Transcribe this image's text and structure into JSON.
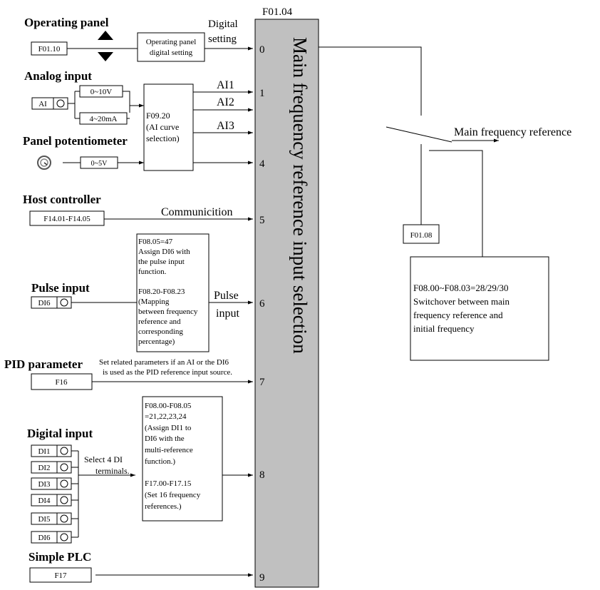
{
  "selector": {
    "code": "F01.04",
    "title": "Main frequency reference input selection",
    "colors": {
      "fill": "#c0c0c0",
      "stroke": "#000000"
    },
    "port_numbers": [
      "0",
      "1",
      "4",
      "5",
      "6",
      "7",
      "8",
      "9"
    ]
  },
  "sources": {
    "operating_panel": {
      "title": "Operating panel",
      "param": "F01.10",
      "block": [
        "Operating panel",
        "digital setting"
      ],
      "output": [
        "Digital",
        "setting"
      ]
    },
    "analog_input": {
      "title": "Analog input",
      "terminal": "AI",
      "range_voltage": "0~10V",
      "range_current": "4~20mA",
      "block": [
        "F09.20",
        "(AI curve",
        "selection)"
      ],
      "outputs": [
        "AI1",
        "AI2",
        "AI3"
      ]
    },
    "panel_potentiometer": {
      "title": "Panel potentiometer",
      "range": "0~5V"
    },
    "host_controller": {
      "title": "Host controller",
      "param": "F14.01-F14.05",
      "output": "Communicition"
    },
    "pulse_input": {
      "title": "Pulse input",
      "terminal": "DI6",
      "note": [
        "F08.05=47",
        "Assign DI6 with",
        "the pulse input",
        "function.",
        "",
        "F08.20-F08.23",
        " (Mapping",
        "between frequency",
        "reference and",
        "corresponding",
        "percentage)"
      ],
      "output": [
        "Pulse",
        "input"
      ]
    },
    "pid_parameter": {
      "title": "PID parameter",
      "param": "F16",
      "note": [
        "Set related parameters if an AI or the DI6",
        "is used as the PID reference input source."
      ]
    },
    "digital_input": {
      "title": "Digital input",
      "terminals": [
        "DI1",
        "DI2",
        "DI3",
        "DI4",
        "DI5",
        "DI6"
      ],
      "select_note": [
        "Select 4 DI",
        "terminals."
      ],
      "note": [
        "F08.00-F08.05",
        "=21,22,23,24",
        "(Assign DI1 to",
        "DI6 with the",
        "multi-reference",
        "function.)",
        "",
        "F17.00-F17.15",
        "(Set 16 frequency",
        "references.)"
      ]
    },
    "simple_plc": {
      "title": "Simple PLC",
      "param": "F17"
    }
  },
  "output_side": {
    "reference_label": "Main frequency reference",
    "switch_param": "F01.08",
    "switchover_note": [
      "F08.00~F08.03=28/29/30",
      "Switchover between main",
      "frequency reference and",
      "initial frequency"
    ]
  }
}
